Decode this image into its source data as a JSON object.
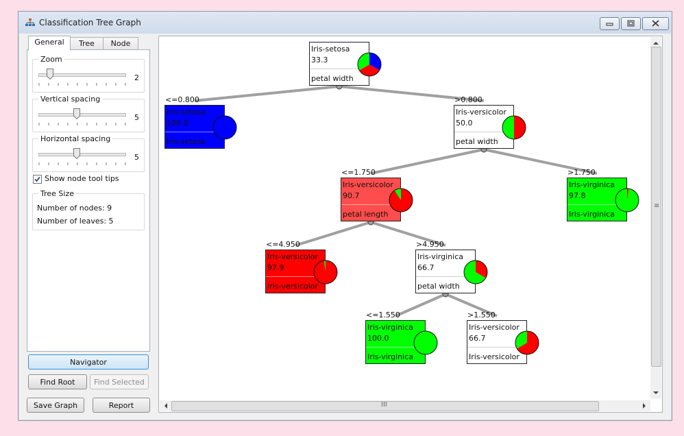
{
  "window": {
    "title": "Classification Tree Graph"
  },
  "tabs": [
    {
      "label": "General"
    },
    {
      "label": "Tree"
    },
    {
      "label": "Node"
    }
  ],
  "zoom": {
    "label": "Zoom",
    "value": "2"
  },
  "vertical_spacing": {
    "label": "Vertical spacing",
    "value": "5"
  },
  "horizontal_spacing": {
    "label": "Horizontal spacing",
    "value": "5"
  },
  "tooltips": {
    "label": "Show node tool tips",
    "checked": true
  },
  "tree_size": {
    "label": "Tree Size",
    "nodes": "Number of nodes: 9",
    "leaves": "Number of leaves: 5"
  },
  "buttons": {
    "navigator": "Navigator",
    "find_root": "Find Root",
    "find_selected": "Find Selected",
    "save_graph": "Save Graph",
    "report": "Report"
  },
  "colors": {
    "setosa": "#0000ff",
    "versicolor": "#ff0000",
    "virginica": "#00ff00",
    "selected_versicolor": "#ff4c4c",
    "edge": "#a0a0a0"
  },
  "tree": {
    "nodes": [
      {
        "id": "root",
        "cls": "Iris-setosa",
        "value": "33.3",
        "split": "petal width",
        "fill": "white",
        "dist": {
          "setosa": 0.333,
          "versicolor": 0.333,
          "virginica": 0.333
        }
      },
      {
        "id": "n1",
        "branch": "<=0.800",
        "cls": "Iris-setosa",
        "value": "100.0",
        "split": "Iris-setosa",
        "fill": "blue",
        "dist": {
          "setosa": 1.0,
          "versicolor": 0,
          "virginica": 0
        }
      },
      {
        "id": "n2",
        "branch": ">0.800",
        "cls": "Iris-versicolor",
        "value": "50.0",
        "split": "petal width",
        "fill": "white",
        "dist": {
          "setosa": 0,
          "versicolor": 0.5,
          "virginica": 0.5
        }
      },
      {
        "id": "n3",
        "branch": "<=1.750",
        "cls": "Iris-versicolor",
        "value": "90.7",
        "split": "petal length",
        "fill": "selected",
        "dist": {
          "setosa": 0,
          "versicolor": 0.907,
          "virginica": 0.093
        }
      },
      {
        "id": "n4",
        "branch": ">1.750",
        "cls": "Iris-virginica",
        "value": "97.8",
        "split": "Iris-virginica",
        "fill": "green",
        "dist": {
          "setosa": 0,
          "versicolor": 0.022,
          "virginica": 0.978
        }
      },
      {
        "id": "n5",
        "branch": "<=4.950",
        "cls": "Iris-versicolor",
        "value": "97.9",
        "split": "Iris-versicolor",
        "fill": "red",
        "dist": {
          "setosa": 0,
          "versicolor": 0.979,
          "virginica": 0.021
        }
      },
      {
        "id": "n6",
        "branch": ">4.950",
        "cls": "Iris-virginica",
        "value": "66.7",
        "split": "petal width",
        "fill": "white",
        "dist": {
          "setosa": 0,
          "versicolor": 0.333,
          "virginica": 0.667
        }
      },
      {
        "id": "n7",
        "branch": "<=1.550",
        "cls": "Iris-virginica",
        "value": "100.0",
        "split": "Iris-virginica",
        "fill": "green",
        "dist": {
          "setosa": 0,
          "versicolor": 0,
          "virginica": 1.0
        }
      },
      {
        "id": "n8",
        "branch": ">1.550",
        "cls": "Iris-versicolor",
        "value": "66.7",
        "split": "Iris-versicolor",
        "fill": "white",
        "dist": {
          "setosa": 0,
          "versicolor": 0.667,
          "virginica": 0.333
        }
      }
    ]
  },
  "hscroll": {
    "grip": "III"
  },
  "vscroll": {
    "grip": "≡"
  }
}
